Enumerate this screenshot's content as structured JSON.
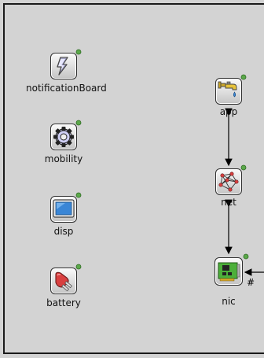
{
  "modules": {
    "notification_board": {
      "label": "notificationBoard",
      "icon": "lightning-icon"
    },
    "mobility": {
      "label": "mobility",
      "icon": "gear-icon"
    },
    "disp": {
      "label": "disp",
      "icon": "monitor-icon"
    },
    "battery": {
      "label": "battery",
      "icon": "power-plug-icon"
    },
    "app": {
      "label": "app",
      "icon": "water-tap-icon"
    },
    "net": {
      "label": "net",
      "icon": "network-graph-icon"
    },
    "nic": {
      "label": "nic",
      "icon": "network-card-icon"
    }
  },
  "gate": {
    "label": "#"
  },
  "colors": {
    "canvas": "#d3d3d3",
    "status_dot": "#5ba84a",
    "connection": "#000000",
    "icon_red": "#d94040",
    "icon_blue": "#3a86d6",
    "icon_green": "#4caf3a"
  }
}
